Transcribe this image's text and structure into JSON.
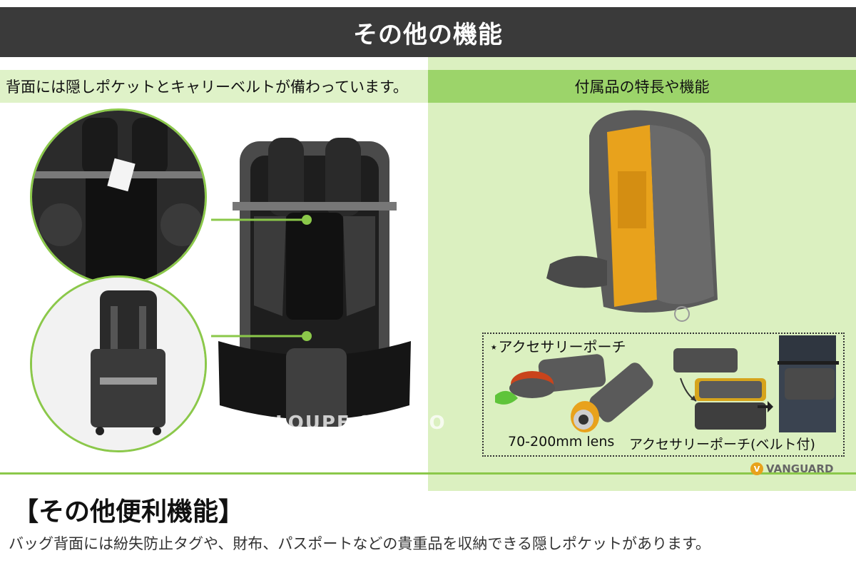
{
  "header": {
    "title": "その他の機能"
  },
  "left": {
    "header": "背面には隠しポケットとキャリーベルトが備わっています。"
  },
  "right": {
    "header": "付属品の特長や機能"
  },
  "accessory": {
    "title": "⋆アクセサリーポーチ",
    "lens_caption": "70-200mm lens",
    "pouch_caption": "アクセサリーポーチ(ベルト付)"
  },
  "brand": {
    "name": "VANGUARD",
    "watermark": "LOUPE STUDIO"
  },
  "section": {
    "title": "【その他便利機能】",
    "description": "バッグ背面には紛失防止タグや、財布、パスポートなどの貴重品を収納できる隠しポケットがあります。"
  },
  "colors": {
    "accent_green": "#8bc84a",
    "header_dark": "#3a3a3a",
    "pack_orange": "#e8a21c"
  }
}
